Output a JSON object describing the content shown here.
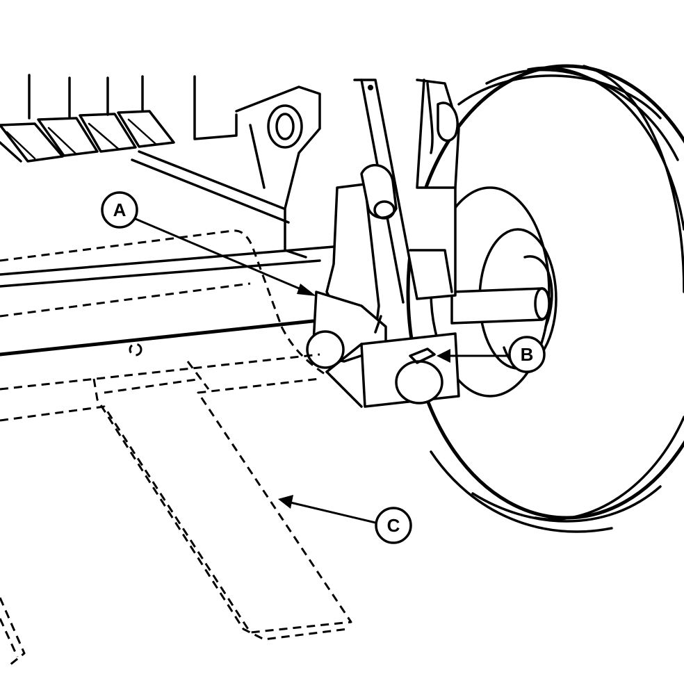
{
  "callouts": [
    {
      "id": "A",
      "label": "A"
    },
    {
      "id": "B",
      "label": "B"
    },
    {
      "id": "C",
      "label": "C"
    }
  ],
  "colors": {
    "ink": "#000000",
    "background": "#ffffff"
  }
}
